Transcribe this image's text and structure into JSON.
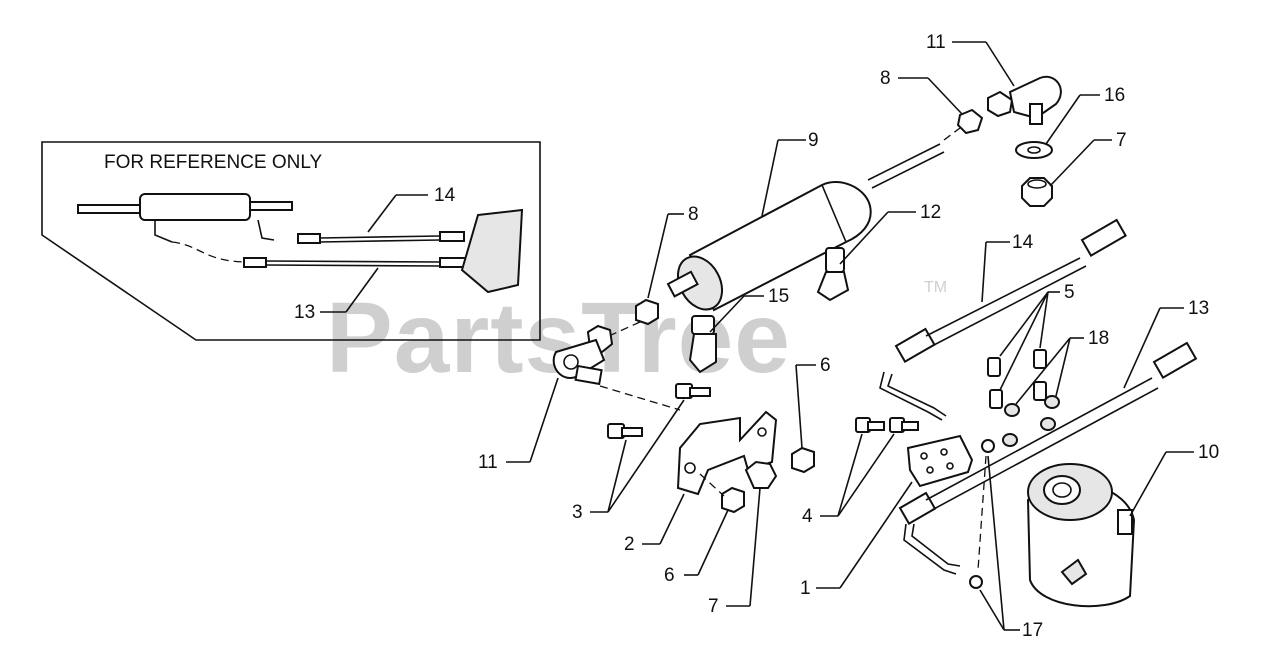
{
  "inset": {
    "title": "FOR REFERENCE ONLY",
    "labels": [
      "14",
      "13"
    ]
  },
  "watermark": {
    "text": "PartsTree",
    "tm": "TM"
  },
  "callouts": {
    "c11_top": "11",
    "c8_top": "8",
    "c16": "16",
    "c7_top": "7",
    "c9": "9",
    "c8_mid": "8",
    "c12": "12",
    "c15": "15",
    "c14": "14",
    "c5": "5",
    "c13": "13",
    "c18": "18",
    "c6_right": "6",
    "c11_left": "11",
    "c10": "10",
    "c3": "3",
    "c2": "2",
    "c6_bottom": "6",
    "c7_bottom": "7",
    "c4": "4",
    "c1": "1",
    "c17": "17"
  }
}
